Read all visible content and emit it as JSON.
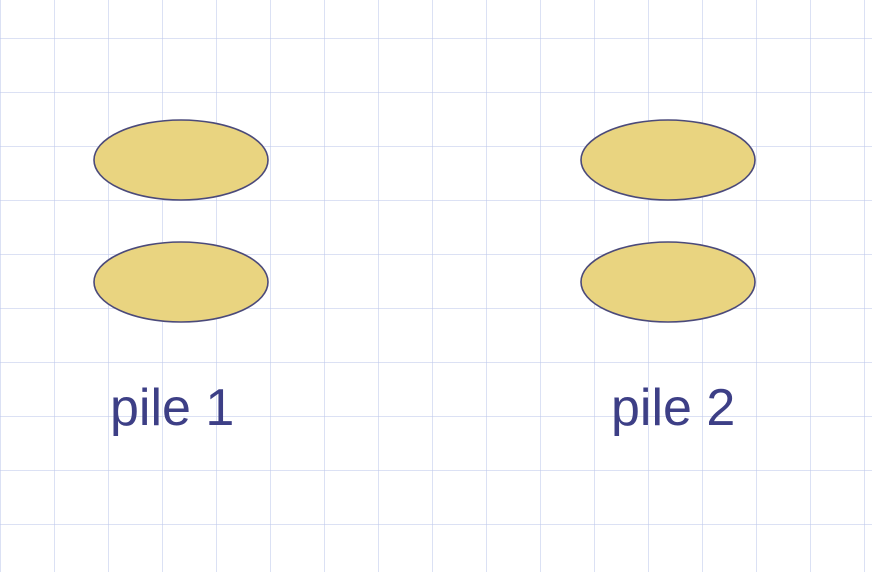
{
  "piles": [
    {
      "label": "pile 1",
      "items": 2
    },
    {
      "label": "pile 2",
      "items": 2
    }
  ],
  "colors": {
    "chip_fill": "#e9d480",
    "chip_stroke": "#4b4a7a",
    "label_text": "#3d3f86",
    "grid_line": "#d6dcf2"
  }
}
